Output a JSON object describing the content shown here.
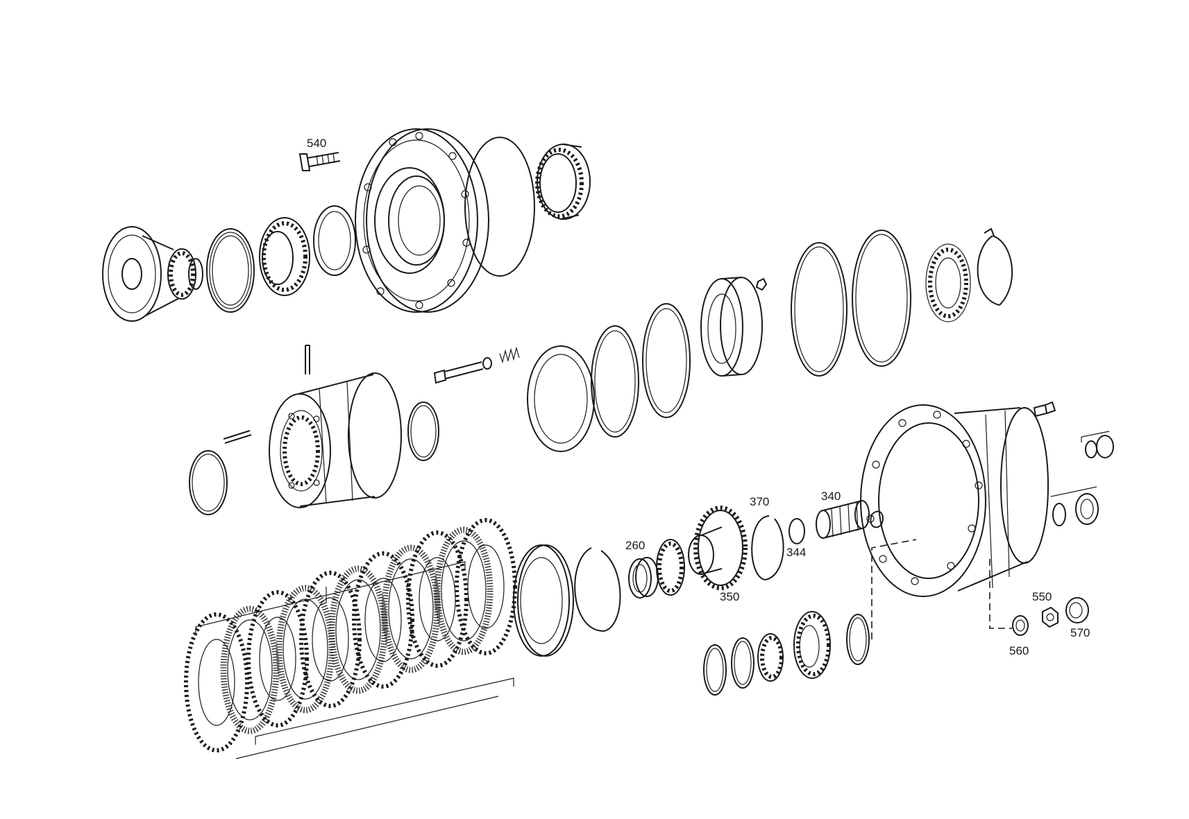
{
  "part_labels": {
    "p540": "540",
    "p370": "370",
    "p340": "340",
    "p344": "344",
    "p260": "260",
    "p350": "350",
    "p550": "550",
    "p570": "570",
    "p560": "560"
  }
}
